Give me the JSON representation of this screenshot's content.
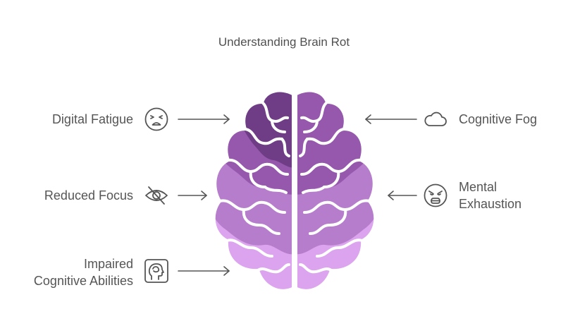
{
  "title": "Understanding Brain Rot",
  "items": [
    {
      "id": "digital-fatigue",
      "label": "Digital Fatigue",
      "icon": "tired-face-icon"
    },
    {
      "id": "reduced-focus",
      "label": "Reduced Focus",
      "icon": "eye-off-icon"
    },
    {
      "id": "impaired-cognitive",
      "label_line1": "Impaired",
      "label_line2": "Cognitive Abilities",
      "icon": "head-brain-icon"
    },
    {
      "id": "cognitive-fog",
      "label": "Cognitive Fog",
      "icon": "cloud-icon"
    },
    {
      "id": "mental-exhaustion",
      "label_line1": "Mental",
      "label_line2": "Exhaustion",
      "icon": "exhausted-face-icon"
    }
  ],
  "colors": {
    "top": "#6e3d85",
    "upper_mid": "#9558ad",
    "mid": "#b57dcb",
    "lower": "#dca4ee",
    "text": "#555555",
    "icon_stroke": "#555555"
  }
}
